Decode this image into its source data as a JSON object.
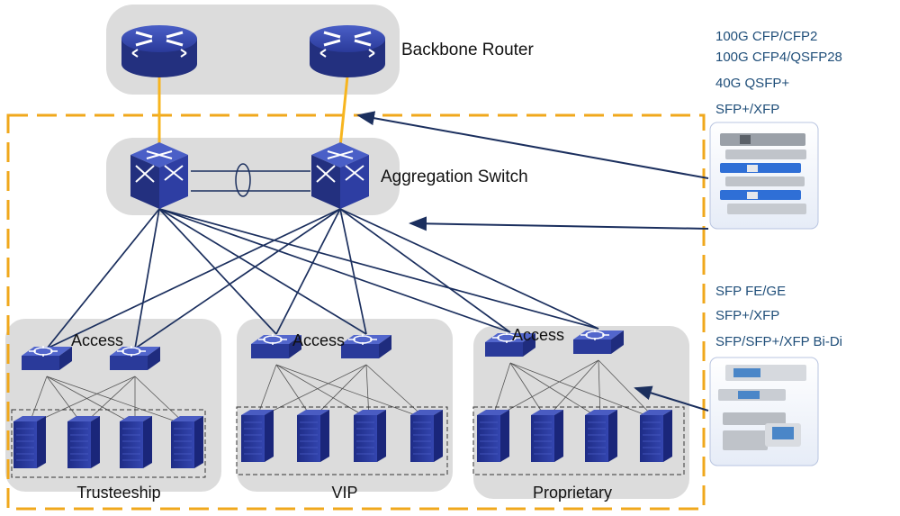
{
  "backbone": {
    "label": "Backbone Router"
  },
  "aggregation": {
    "label": "Aggregation Switch"
  },
  "access": {
    "label": "Access"
  },
  "groups": [
    {
      "label": "Trusteeship"
    },
    {
      "label": "VIP"
    },
    {
      "label": "Proprietary"
    }
  ],
  "optics_top": {
    "lines": [
      "100G CFP/CFP2",
      "100G CFP4/QSFP28",
      "40G QSFP+",
      "SFP+/XFP"
    ]
  },
  "optics_bottom": {
    "lines": [
      "SFP FE/GE",
      "SFP+/XFP",
      "SFP/SFP+/XFP Bi-Di"
    ]
  },
  "colors": {
    "device": "#2c3e9e",
    "dashed_frame": "#f0a81c",
    "uplink": "#f7b51f",
    "links": "#1b2f5e",
    "panel": "#dcdcdc",
    "label_blue": "#1f4e79"
  }
}
